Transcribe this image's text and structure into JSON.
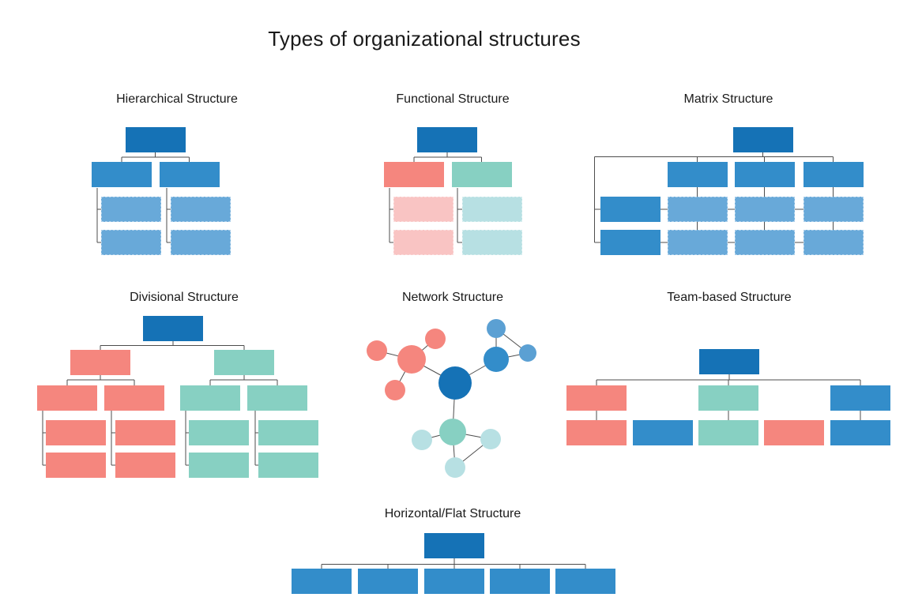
{
  "title": "Types of organizational structures",
  "diagrams": {
    "hierarchical": {
      "label": "Hierarchical Structure"
    },
    "functional": {
      "label": "Functional Structure"
    },
    "matrix": {
      "label": "Matrix Structure"
    },
    "divisional": {
      "label": "Divisional Structure"
    },
    "network": {
      "label": "Network Structure"
    },
    "team_based": {
      "label": "Team-based Structure"
    },
    "horizontal_flat": {
      "label": "Horizontal/Flat Structure"
    }
  },
  "colors": {
    "dark_blue": "#1572b6",
    "medium_blue": "#338dca",
    "light_blue": "#68a9d9",
    "network_small_blue": "#5ba0d3",
    "salmon": "#f5867e",
    "light_pink": "#f9c4c3",
    "teal": "#87d0c2",
    "light_teal": "#b7e0e3",
    "connector_gray": "#4d4d4d",
    "background": "#ffffff",
    "text": "#1a1a1a"
  }
}
